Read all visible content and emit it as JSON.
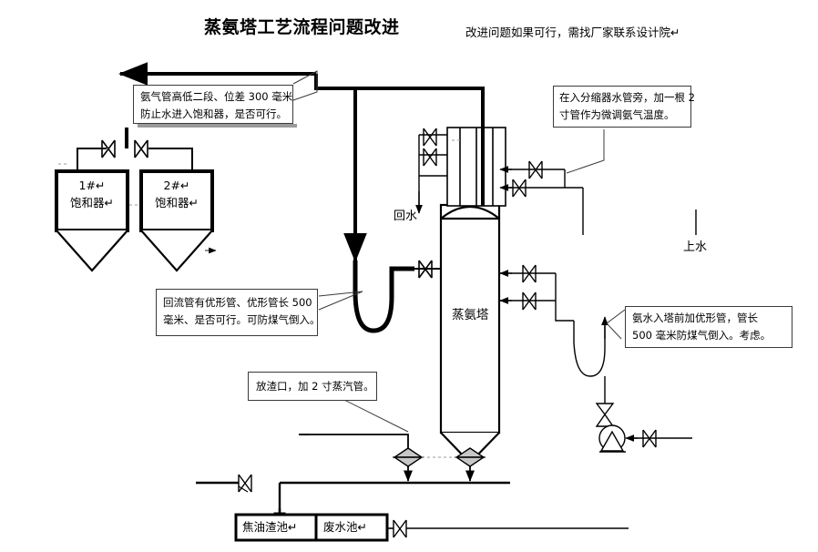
{
  "header": {
    "title": "蒸氨塔工艺流程问题改进",
    "subtitle": "改进问题如果可行，需找厂家联系设计院↵"
  },
  "notes": [
    {
      "id": "note-ammonia-pipe",
      "line1": "氨气管高低二段、位差 300 毫米",
      "line2": "防止水进入饱和器，是否可行。"
    },
    {
      "id": "note-condenser-water",
      "line1": "在入分缩器水管旁，加一根 2",
      "line2": "寸管作为微调氨气温度。"
    },
    {
      "id": "note-reflux-utrap",
      "line1": "回流管有优形管、优形管长 500",
      "line2": "毫米、是否可行。可防煤气倒入。"
    },
    {
      "id": "note-slag-outlet",
      "line1": "放渣口，加 2 寸蒸汽管。"
    },
    {
      "id": "note-ammonia-water-inlet",
      "line1": "氨水入塔前加优形管，管长",
      "line2": "500 毫米防煤气倒入。考虑。"
    }
  ],
  "equipment": {
    "saturator1_tag": "1#↵",
    "saturator1_name": "饱和器↵",
    "saturator2_tag": "2#↵",
    "saturator2_name": "饱和器↵",
    "tower_name": "蒸氨塔",
    "tar_basin": "焦油渣池↵",
    "waste_basin": "废水池↵"
  },
  "flow_labels": {
    "return_water": "回水",
    "supply_water": "上水"
  },
  "icons": {
    "valve": "gate-valve-icon",
    "pump": "pump-icon",
    "arrow": "flow-arrow-icon"
  },
  "colors": {
    "line": "#000000",
    "note_border": "#3a3a3a",
    "shadow": "#9a9a9a",
    "background": "#ffffff"
  }
}
